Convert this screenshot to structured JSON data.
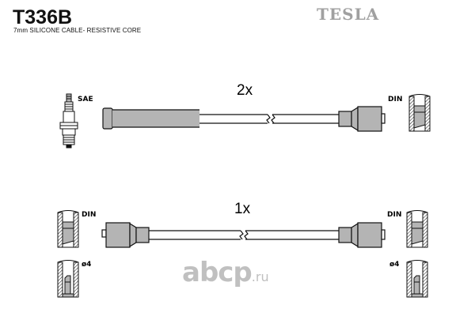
{
  "header": {
    "part_number": "T336B",
    "subtitle": "7mm SILICONE CABLE- RESISTIVE CORE",
    "brand": "TESLA"
  },
  "cables": [
    {
      "quantity_label": "2x",
      "left_end": "SAE",
      "right_end": "DIN"
    },
    {
      "quantity_label": "1x",
      "left_end": "DIN",
      "right_end": "DIN"
    }
  ],
  "terminal_labels": {
    "sae": "SAE",
    "din_top_right": "DIN",
    "din_bottom_left": "DIN",
    "din_bottom_right": "DIN",
    "dia_left": "ø4",
    "dia_right": "ø4"
  },
  "watermark": {
    "main": "abcp",
    "tld": ".ru"
  },
  "colors": {
    "boot_fill": "#b4b4b4",
    "outline": "#111111",
    "brand_gray": "#a0a0a0",
    "watermark_gray": "#c0c0c0"
  }
}
